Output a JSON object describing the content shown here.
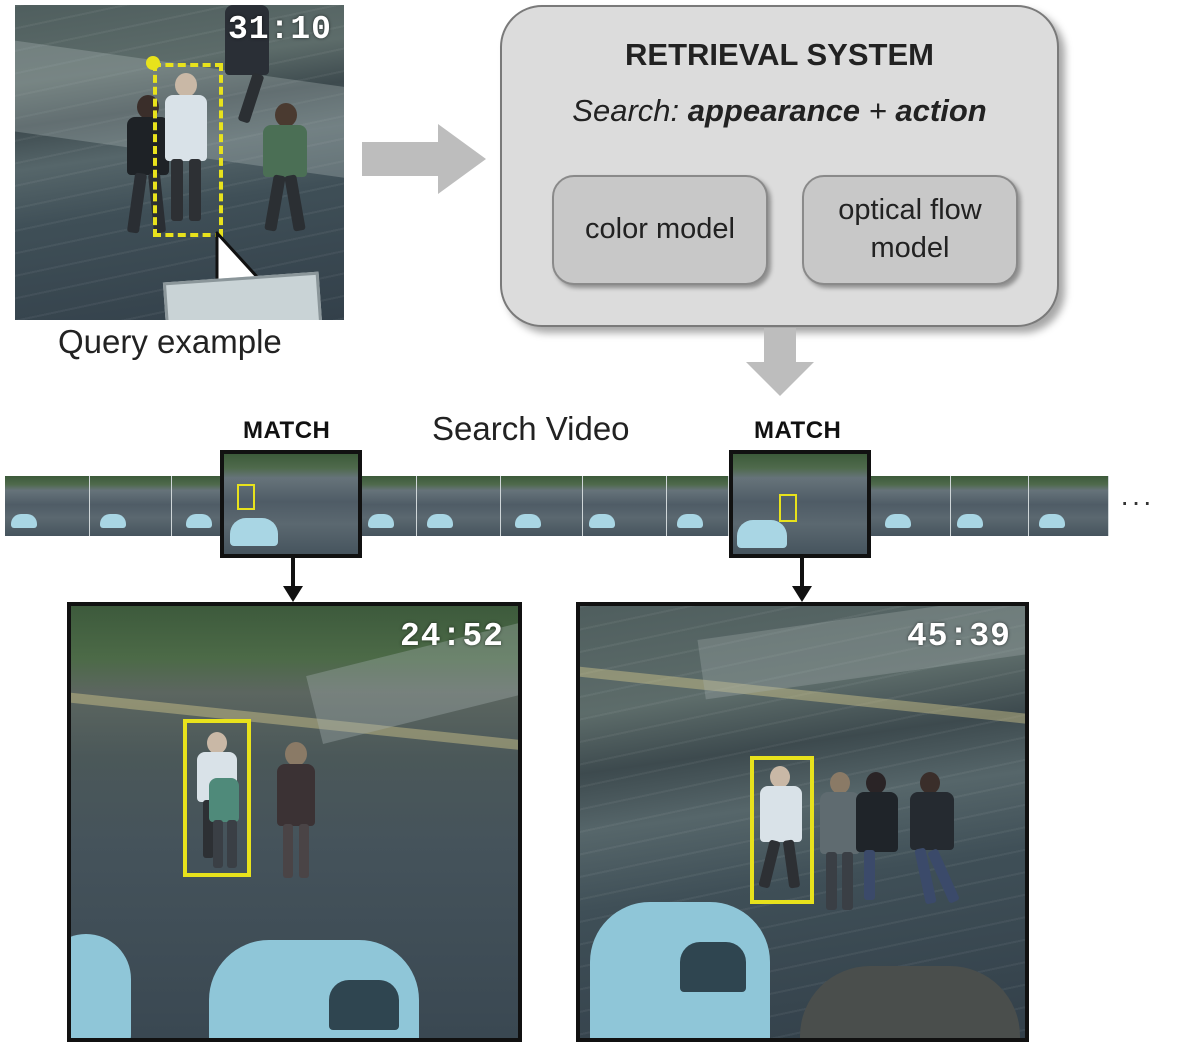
{
  "query": {
    "timestamp": "31:10",
    "caption": "Query example"
  },
  "retrieval": {
    "title": "RETRIEVAL SYSTEM",
    "search_prefix": "Search: ",
    "search_term_1": "appearance",
    "search_join": " + ",
    "search_term_2": "action",
    "model_1": "color model",
    "model_2_line1": "optical flow",
    "model_2_line2": "model"
  },
  "video": {
    "label": "Search Video",
    "match_left": "MATCH",
    "match_right": "MATCH",
    "ellipsis": "···"
  },
  "results": {
    "left_timestamp": "24:52",
    "right_timestamp": "45:39"
  },
  "colors": {
    "highlight": "#e8e21c",
    "arrow_gray": "#bdbdbd",
    "frame_border": "#111111"
  }
}
